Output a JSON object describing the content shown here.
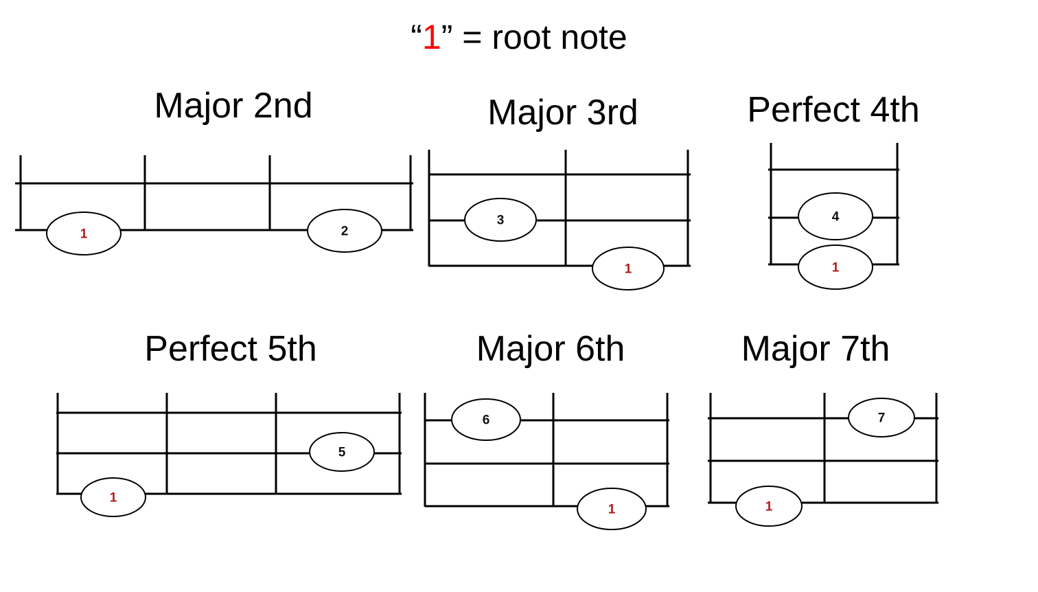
{
  "heading": {
    "open_quote": "“",
    "root_symbol": "1",
    "close_quote": "”",
    "rest": " = root note"
  },
  "colors": {
    "root_highlight": "#ff0000",
    "root_note_label": "#b11a1a"
  },
  "diagrams": [
    {
      "id": "major-2nd",
      "title": "Major 2nd",
      "root_label": "1",
      "interval_label": "2"
    },
    {
      "id": "major-3rd",
      "title": "Major 3rd",
      "root_label": "1",
      "interval_label": "3"
    },
    {
      "id": "perfect-4th",
      "title": "Perfect 4th",
      "root_label": "1",
      "interval_label": "4"
    },
    {
      "id": "perfect-5th",
      "title": "Perfect 5th",
      "root_label": "1",
      "interval_label": "5"
    },
    {
      "id": "major-6th",
      "title": "Major 6th",
      "root_label": "1",
      "interval_label": "6"
    },
    {
      "id": "major-7th",
      "title": "Major 7th",
      "root_label": "1",
      "interval_label": "7"
    }
  ]
}
